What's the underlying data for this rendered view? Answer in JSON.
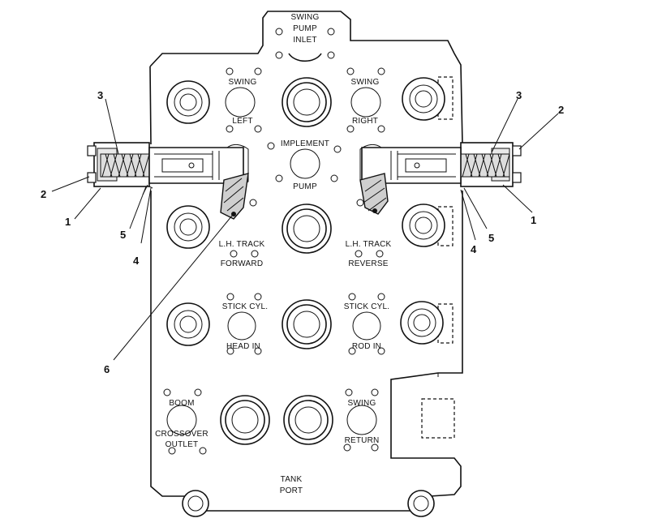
{
  "port_labels": {
    "swing_pump_inlet": [
      "SWING",
      "PUMP",
      "INLET"
    ],
    "swing_left": [
      "SWING",
      "LEFT"
    ],
    "swing_right": [
      "SWING",
      "RIGHT"
    ],
    "implement_pump": [
      "IMPLEMENT",
      "PUMP"
    ],
    "lh_track_forward": [
      "L.H. TRACK",
      "FORWARD"
    ],
    "lh_track_reverse": [
      "L.H. TRACK",
      "REVERSE"
    ],
    "stick_cyl_head_in": [
      "STICK CYL.",
      "HEAD IN"
    ],
    "stick_cyl_rod_in": [
      "STICK CYL.",
      "ROD IN"
    ],
    "boom_crossover_outlet": [
      "BOOM",
      "CROSSOVER",
      "OUTLET"
    ],
    "swing_return": [
      "SWING",
      "RETURN"
    ],
    "tank_port": [
      "TANK",
      "PORT"
    ]
  },
  "callouts": {
    "left": {
      "n3": "3",
      "n2": "2",
      "n1": "1",
      "n5": "5",
      "n4": "4",
      "n6": "6"
    },
    "right": {
      "n3": "3",
      "n2": "2",
      "n1": "1",
      "n5": "5",
      "n4": "4"
    }
  }
}
